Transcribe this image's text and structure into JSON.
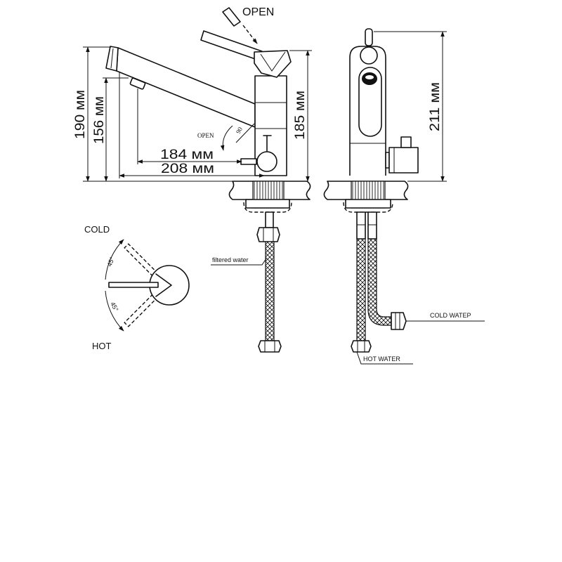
{
  "colors": {
    "ink": "#111111",
    "paper": "#ffffff"
  },
  "labels": {
    "open_top": "OPEN",
    "open_small": "OPEN",
    "angle_90": "90",
    "cold": "COLD",
    "hot": "HOT",
    "angle_cold": "45°",
    "angle_hot": "45°",
    "filtered_water": "filtered water",
    "cold_water": "COLD WATEP",
    "hot_water": "HOT WATER"
  },
  "dimensions": {
    "height_spout_top": "190 мм",
    "height_aerator": "156 мм",
    "reach_aerator": "184 мм",
    "reach_spout": "208 мм",
    "height_body": "185 мм",
    "height_total": "211 мм"
  }
}
